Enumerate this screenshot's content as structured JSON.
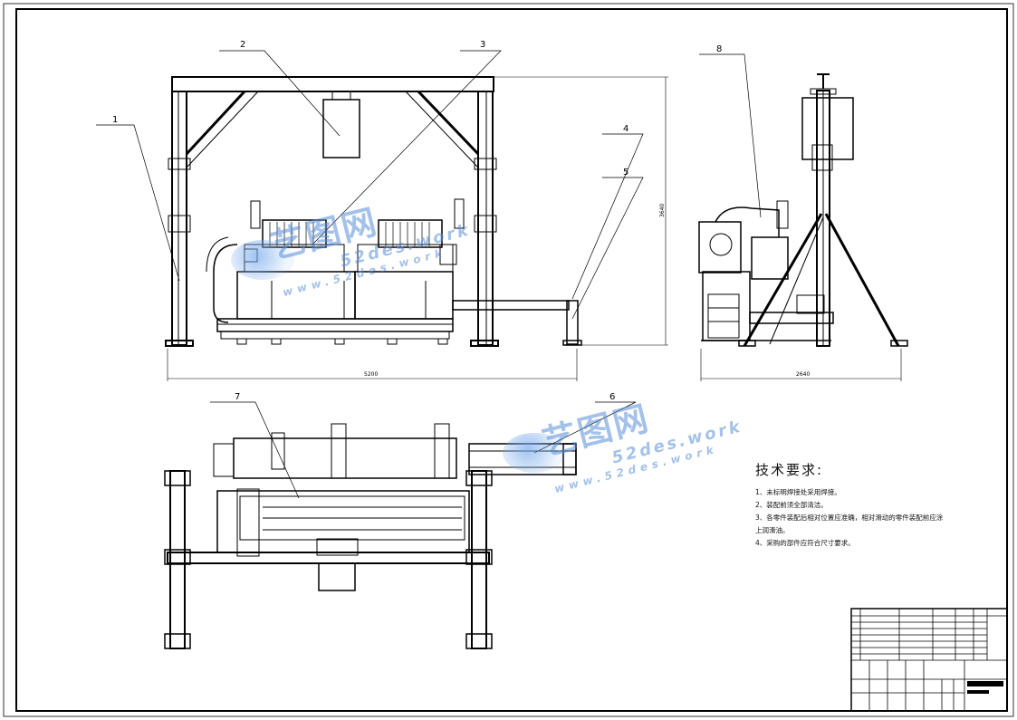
{
  "balloons": [
    "1",
    "2",
    "3",
    "4",
    "5",
    "6",
    "7",
    "8"
  ],
  "dimensions": {
    "front_width": "5200",
    "front_height": "3640",
    "side_width": "2640"
  },
  "tech_requirements": {
    "title": "技术要求:",
    "items": [
      "1、未标明焊接处采用焊接。",
      "2、装配前须全部清洁。",
      "3、各零件装配后相对位置应准确，相对滑动的零件装配前应涂",
      "上润滑油。",
      "4、采购的部件应符合尺寸要求。"
    ]
  },
  "watermark": {
    "brand": "艺图网",
    "url_main": "52des.work",
    "url_www": "www.52des.work"
  },
  "colors": {
    "line": "#000000",
    "watermark": "#5a8fd8"
  }
}
